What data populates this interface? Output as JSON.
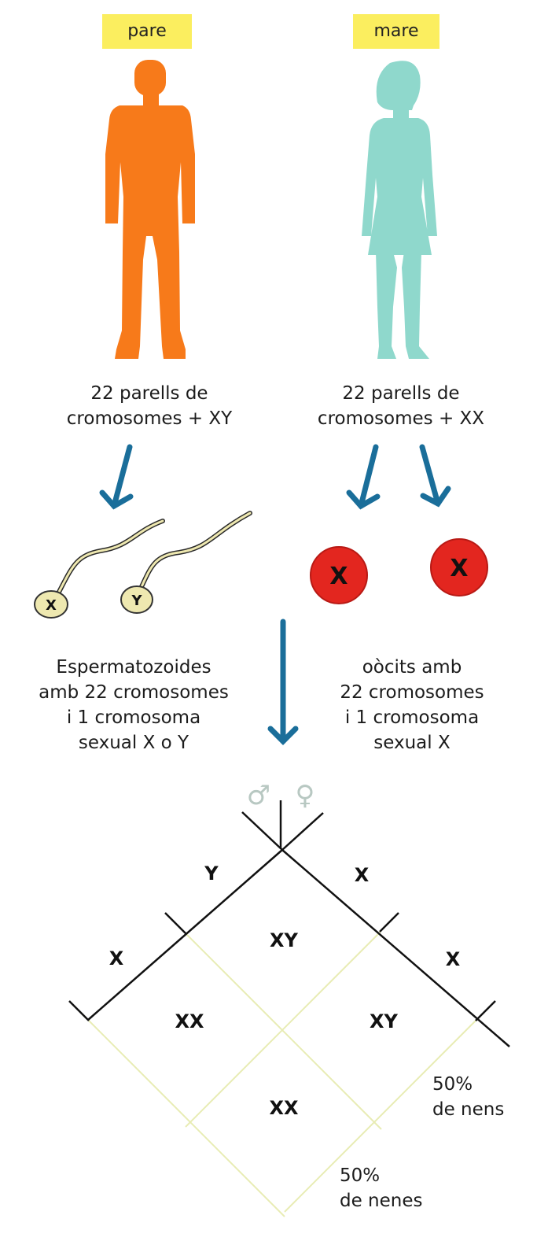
{
  "parents": {
    "father_label": "pare",
    "mother_label": "mare",
    "father_color": "#f77a1a",
    "mother_color": "#8fd8cc"
  },
  "captions": {
    "father_lines": [
      "22 parells de",
      "cromosomes + XY"
    ],
    "mother_lines": [
      "22 parells de",
      "cromosomes + XX"
    ],
    "sperm_lines": [
      "Espermatozoides",
      "amb 22 cromosomes",
      "i 1 cromosoma",
      "sexual X o Y"
    ],
    "oocyte_lines": [
      "oòcits amb",
      "22 cromosomes",
      "i 1 cromosoma",
      "sexual X"
    ]
  },
  "gametes": {
    "sperm": [
      "X",
      "Y"
    ],
    "oocytes": [
      "X",
      "X"
    ],
    "arrow_color": "#1a6e9a",
    "oocyte_color": "#e3261f"
  },
  "cross": {
    "male_symbol": "♂",
    "female_symbol": "♀",
    "male_gametes": [
      "Y",
      "X"
    ],
    "female_gametes": [
      "X",
      "X"
    ],
    "cells": [
      "XY",
      "XX",
      "XY",
      "XX"
    ]
  },
  "results": {
    "boys_percent": "50%",
    "boys_label": "de nens",
    "girls_percent": "50%",
    "girls_label": "de nenes"
  }
}
